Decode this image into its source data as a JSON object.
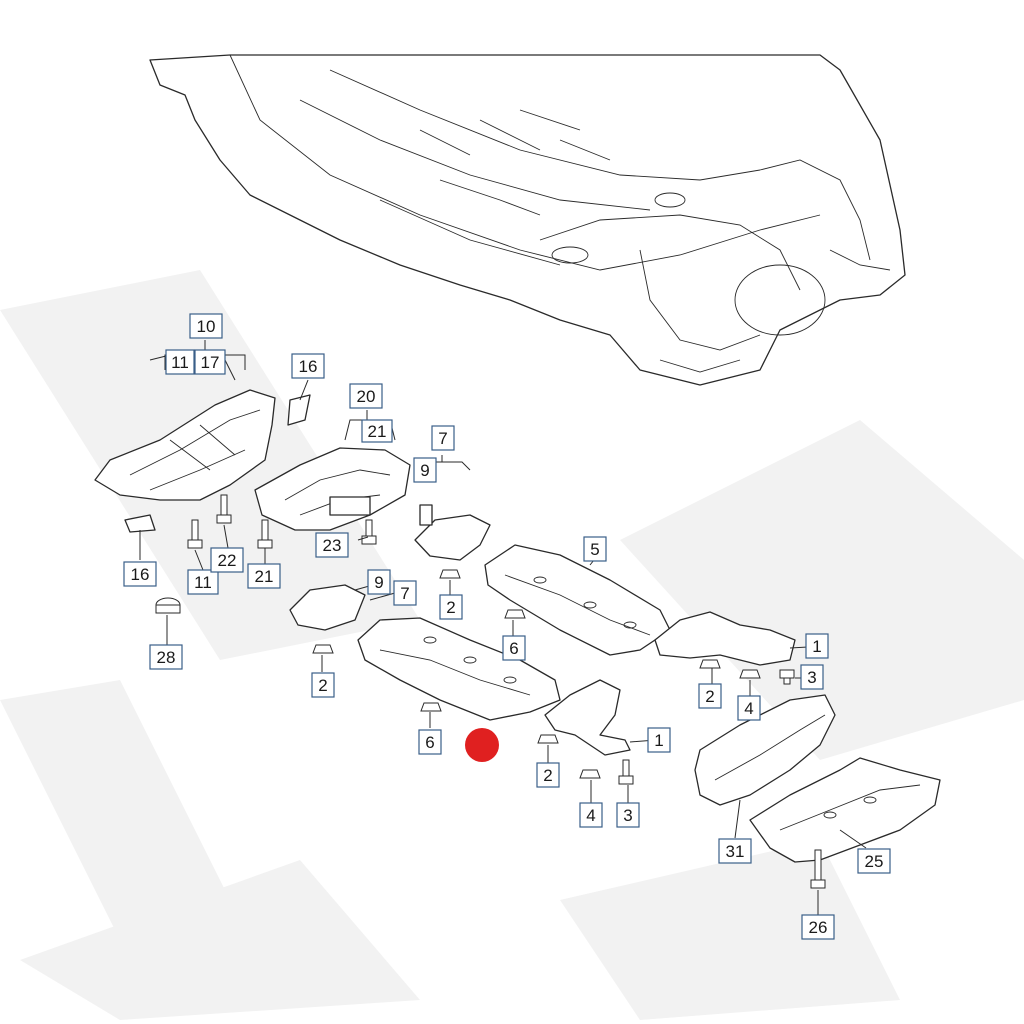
{
  "diagram": {
    "colors": {
      "ink": "#2a2a2a",
      "callout_border": "#3a5f88",
      "marker": "#e02020",
      "watermark": "#efefef"
    },
    "callouts": {
      "c10": "10",
      "c11a": "11",
      "c17": "17",
      "c16a": "16",
      "c20": "20",
      "c21a": "21",
      "c7a": "7",
      "c9a": "9",
      "c16b": "16",
      "c11b": "11",
      "c22": "22",
      "c21b": "21",
      "c23": "23",
      "c28": "28",
      "c9b": "9",
      "c7b": "7",
      "c2a": "2",
      "c2b": "2",
      "c5": "5",
      "c6a": "6",
      "c6b": "6",
      "c1a": "1",
      "c2c": "2",
      "c4a": "4",
      "c3a": "3",
      "c1b": "1",
      "c2d": "2",
      "c4b": "4",
      "c3b": "3",
      "c31": "31",
      "c25": "25",
      "c26": "26"
    }
  }
}
